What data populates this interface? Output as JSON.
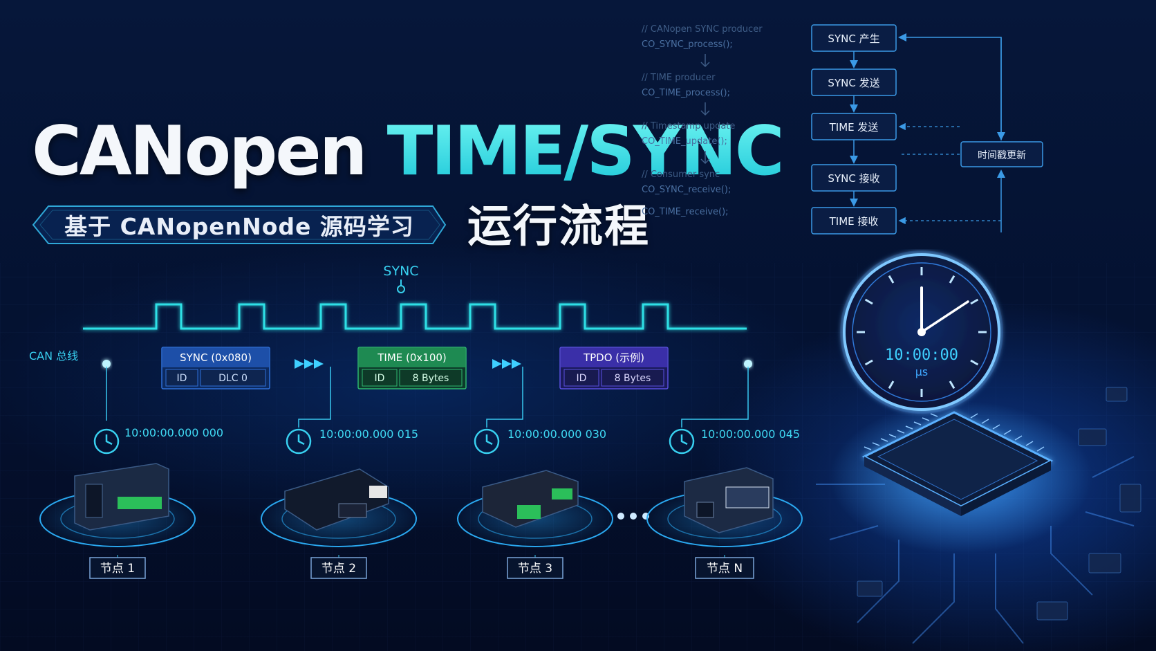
{
  "title": {
    "part1": "CANopen",
    "part2": "TIME/SYNC",
    "subtitle": "基于 CANopenNode 源码学习",
    "part3": "运行流程"
  },
  "code": [
    {
      "comment": "// CANopen SYNC producer",
      "call": "CO_SYNC_process();"
    },
    {
      "comment": "// TIME producer",
      "call": "CO_TIME_process();"
    },
    {
      "comment": "// Timestamp update",
      "call": "CO_TIME_update();"
    },
    {
      "comment": "// Consumer sync",
      "call": "CO_SYNC_receive();"
    },
    {
      "comment": "",
      "call": "CO_TIME_receive();"
    }
  ],
  "flow": {
    "steps": [
      "SYNC 产生",
      "SYNC 发送",
      "TIME 发送",
      "SYNC 接收",
      "TIME 接收"
    ],
    "side": "时间戳更新"
  },
  "bus": {
    "label": "CAN 总线",
    "sync_label": "SYNC",
    "frames": [
      {
        "title": "SYNC (0x080)",
        "f1": "ID",
        "f2": "DLC 0",
        "color": "#1d4fa8"
      },
      {
        "title": "TIME (0x100)",
        "f1": "ID",
        "f2": "8 Bytes",
        "color": "#1e8a52"
      },
      {
        "title": "TPDO (示例)",
        "f1": "ID",
        "f2": "8 Bytes",
        "color": "#3a2fa8"
      }
    ]
  },
  "nodes": [
    {
      "time": "10:00:00.000 000",
      "label": "节点 1"
    },
    {
      "time": "10:00:00.000 015",
      "label": "节点 2"
    },
    {
      "time": "10:00:00.000 030",
      "label": "节点 3"
    },
    {
      "time": "10:00:00.000 045",
      "label": "节点 N"
    }
  ],
  "clock": {
    "time": "10:00:00",
    "unit": "μs"
  },
  "colors": {
    "accent": "#1ed8e6",
    "bus": "#3fd0ff",
    "background": "#041130"
  }
}
